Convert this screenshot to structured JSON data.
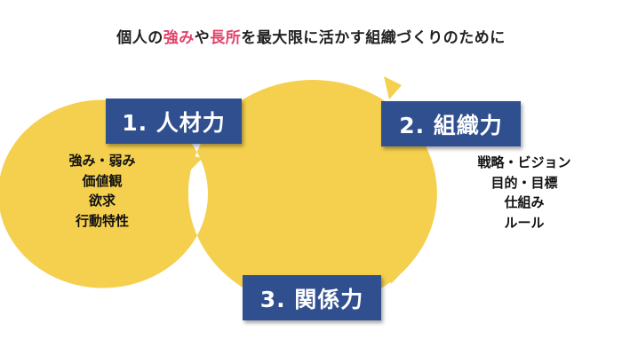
{
  "title": {
    "part1": "個人の",
    "part2": "強み",
    "part3": "や",
    "part4": "長所",
    "part5": "を最大限に活かす組織づくりのために",
    "highlight_color": "#e0456b"
  },
  "colors": {
    "node_fill": "#2f4f8f",
    "arrow_fill": "#f5d04e",
    "text": "#111111"
  },
  "nodes": [
    {
      "label": "1. 人材力"
    },
    {
      "label": "2. 組織力"
    },
    {
      "label": "3. 関係力"
    }
  ],
  "lists": {
    "talent": [
      "強み・弱み",
      "価値観",
      "欲求",
      "行動特性"
    ],
    "organization": [
      "戦略・ビジョン",
      "目的・目標",
      "仕組み",
      "ルール"
    ]
  },
  "arrows": [
    {
      "from": "1. 人材力",
      "to": "2. 組織力"
    },
    {
      "from": "2. 組織力",
      "to": "3. 関係力"
    },
    {
      "from": "3. 関係力",
      "to": "1. 人材力"
    }
  ]
}
